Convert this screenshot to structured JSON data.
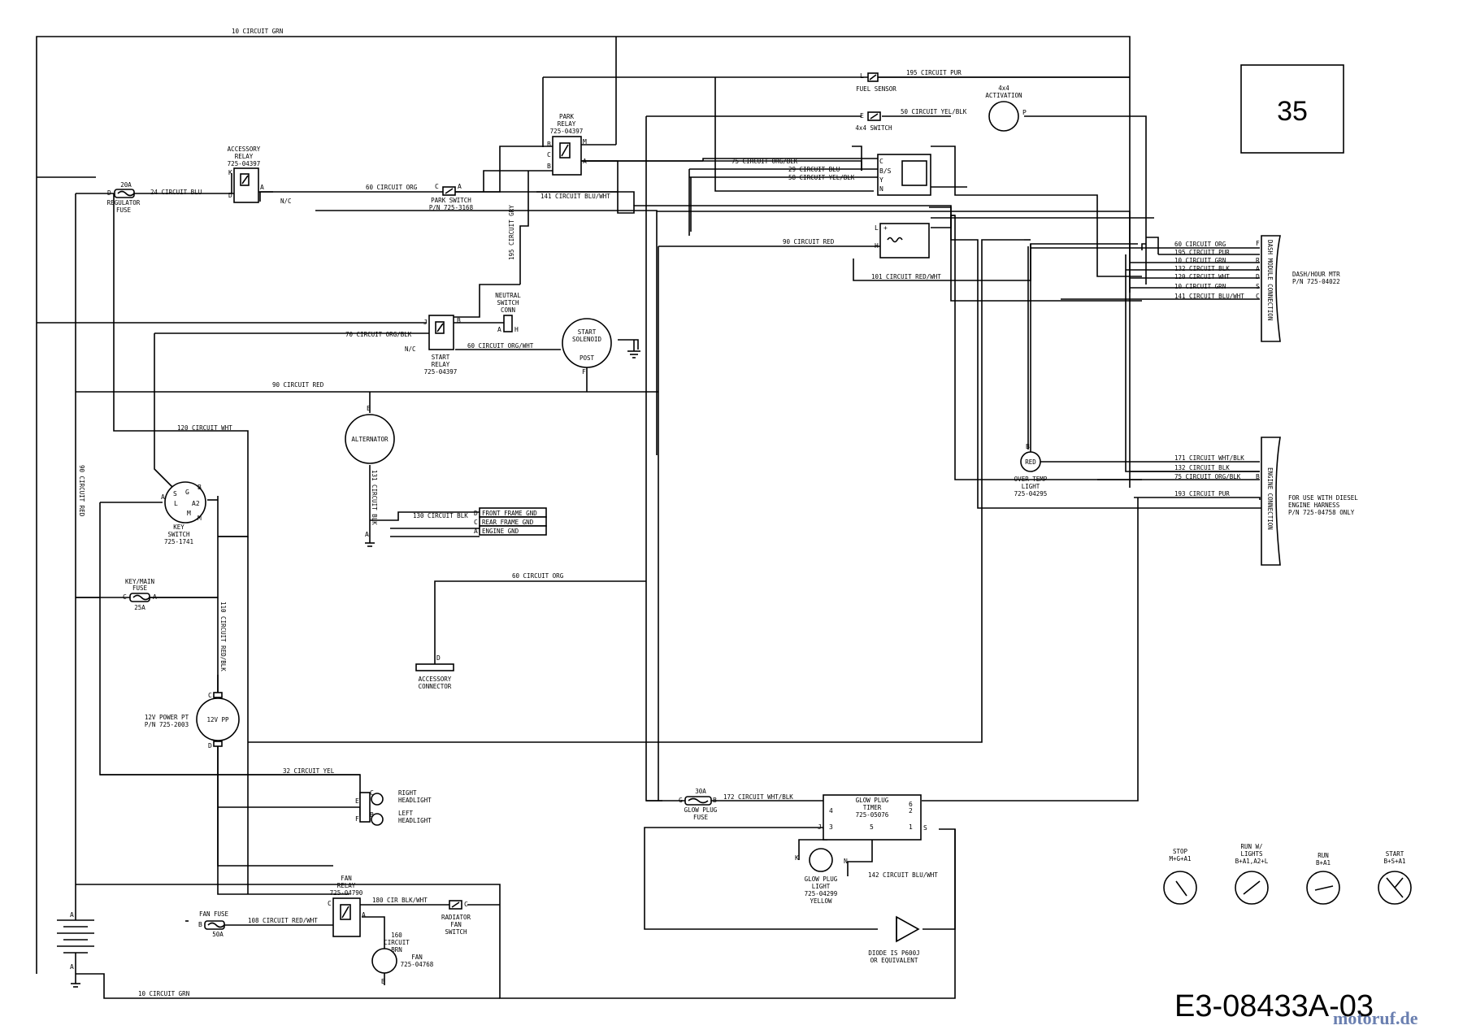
{
  "page_number": "35",
  "drawing_number": "E3-08433A-03",
  "watermark": "motoruf.de",
  "components": {
    "accessory_relay": [
      "ACCESSORY",
      "RELAY",
      "725-04397"
    ],
    "park_relay": [
      "PARK",
      "RELAY",
      "725-04397"
    ],
    "start_relay": [
      "START",
      "RELAY",
      "725-04397"
    ],
    "fan_relay": [
      "FAN",
      "RELAY",
      "725-04790"
    ],
    "regulator_fuse": [
      "REGULATOR",
      "FUSE"
    ],
    "regulator_fuse_rating": "20A",
    "park_switch": [
      "PARK SWITCH",
      "P/N 725-3168"
    ],
    "neutral_switch": [
      "NEUTRAL",
      "SWITCH",
      "CONN"
    ],
    "start_solenoid": [
      "START",
      "SOLENOID",
      "POST"
    ],
    "alternator": "ALTERNATOR",
    "key_switch": [
      "KEY",
      "SWITCH",
      "725-1741"
    ],
    "key_main_fuse": [
      "KEY/MAIN",
      "FUSE",
      "25A"
    ],
    "power_point": [
      "12V POWER PT",
      "P/N 725-2003"
    ],
    "power_point_label": "12V PP",
    "headlights": [
      "RIGHT",
      "HEADLIGHT",
      "LEFT",
      "HEADLIGHT"
    ],
    "fan_fuse": [
      "FAN FUSE",
      "50A"
    ],
    "radiator_fan_switch": [
      "RADIATOR",
      "FAN",
      "SWITCH"
    ],
    "fan": [
      "FAN",
      "725-04768"
    ],
    "fan_wire": [
      "160",
      "CIRCUIT",
      "BRN"
    ],
    "accessory_connector": [
      "ACCESSORY",
      "CONNECTOR"
    ],
    "fuel_sensor": "FUEL SENSOR",
    "fourwd_switch": "4x4 SWITCH",
    "fourwd_activation": [
      "4x4",
      "ACTIVATION"
    ],
    "over_temp": [
      "OVER TEMP",
      "LIGHT",
      "725-04295"
    ],
    "over_temp_label": "RED",
    "glow_plug_timer": [
      "GLOW PLUG",
      "TIMER",
      "725-05076"
    ],
    "glow_plug_fuse": [
      "30A",
      "GLOW PLUG",
      "FUSE"
    ],
    "glow_plug_light": [
      "GLOW PLUG",
      "LIGHT",
      "725-04299",
      "YELLOW"
    ],
    "diode": [
      "DIODE IS P600J",
      "OR EQUIVALENT"
    ],
    "dash_module": "DASH MODULE CONNECTION",
    "dash_hour": [
      "DASH/HOUR MTR",
      "P/N 725-04022"
    ],
    "engine_connection": "ENGINE CONNECTION",
    "diesel_note": [
      "FOR USE WITH DIESEL",
      "ENGINE HARNESS",
      "P/N 725-04758 ONLY"
    ],
    "ground_boxes": [
      "FRONT FRAME GND",
      "REAR FRAME GND",
      "ENGINE GND"
    ]
  },
  "wires": {
    "w10_grn_top": "10 CIRCUIT GRN",
    "w10_grn_bottom": "10 CIRCUIT GRN",
    "w24_blu": "24 CIRCUIT BLU",
    "w60_org_top": "60 CIRCUIT ORG",
    "w141_bluwht": "141 CIRCUIT BLU/WHT",
    "w195_gry": "195 CIRCUIT GRY",
    "w70_orgblk": "70 CIRCUIT ORG/BLK",
    "w60_orgwht": "60 CIRCUIT ORG/WHT",
    "w90_red": "90 CIRCUIT RED",
    "w120_wht": "120 CIRCUIT WHT",
    "w90_red_vertical": "90 CIRCUIT RED",
    "w131_blk": "131 CIRCUIT BLK",
    "w130_blk": "130 CIRCUIT BLK",
    "w60_org_mid": "60 CIRCUIT ORG",
    "w110_redblk": "110 CIRCUIT RED/BLK",
    "w32_yel": "32 CIRCUIT YEL",
    "w108_redwht": "108 CIRCUIT RED/WHT",
    "w180_blkwht": "180 CIR BLK/WHT",
    "w195_pur": "195 CIRCUIT PUR",
    "w50_yelblk": "50 CIRCUIT YEL/BLK",
    "w75_orgblk": "75 CIRCUIT ORG/BLK",
    "w29_blu": "29 CIRCUIT BLU",
    "w58_yelblk": "58 CIRCUIT YEL/BLK",
    "w90_red_right": "90 CIRCUIT RED",
    "w101_redwht": "101 CIRCUIT RED/WHT",
    "w172_whtblk": "172 CIRCUIT WHT/BLK",
    "w142_bluwht": "142 CIRCUIT BLU/WHT"
  },
  "dash_pins": [
    {
      "wire": "60 CIRCUIT ORG",
      "pin": "F"
    },
    {
      "wire": "195 CIRCUIT PUR",
      "pin": ""
    },
    {
      "wire": "10 CIRCUIT GRN",
      "pin": "R"
    },
    {
      "wire": "132 CIRCUIT BLK",
      "pin": "A"
    },
    {
      "wire": "120 CIRCUIT WHT",
      "pin": "D"
    },
    {
      "wire": "10 CIRCUIT GRN",
      "pin": "S"
    },
    {
      "wire": "141 CIRCUIT BLU/WHT",
      "pin": "C"
    }
  ],
  "engine_pins": [
    {
      "wire": "171 CIRCUIT WHT/BLK",
      "pin": ""
    },
    {
      "wire": "132 CIRCUIT BLK",
      "pin": ""
    },
    {
      "wire": "75 CIRCUIT ORG/BLK",
      "pin": "B"
    },
    {
      "wire": "193 CIRCUIT PUR",
      "pin": ""
    }
  ],
  "key_positions": [
    {
      "title": [
        "STOP",
        "M+G+A1"
      ]
    },
    {
      "title": [
        "RUN W/",
        "LIGHTS",
        "B+A1,A2+L"
      ]
    },
    {
      "title": [
        "RUN",
        "B+A1"
      ]
    },
    {
      "title": [
        "START",
        "B+S+A1"
      ]
    }
  ]
}
